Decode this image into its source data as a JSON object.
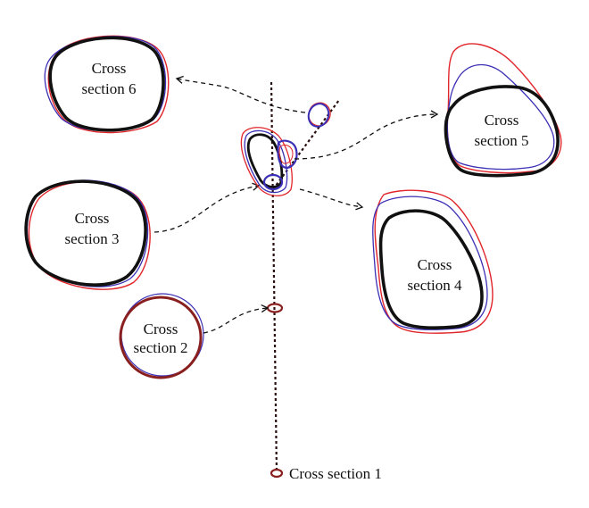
{
  "colors": {
    "outline_red": "#e0262b",
    "outline_blue": "#3b2fb5",
    "outline_black": "#111111",
    "small_section": "#8a1f1f"
  },
  "labels": {
    "cs1": "Cross section 1",
    "cs2_line1": "Cross",
    "cs2_line2": "section 2",
    "cs3_line1": "Cross",
    "cs3_line2": "section 3",
    "cs4_line1": "Cross",
    "cs4_line2": "section 4",
    "cs5_line1": "Cross",
    "cs5_line2": "section 5",
    "cs6_line1": "Cross",
    "cs6_line2": "section 6"
  }
}
